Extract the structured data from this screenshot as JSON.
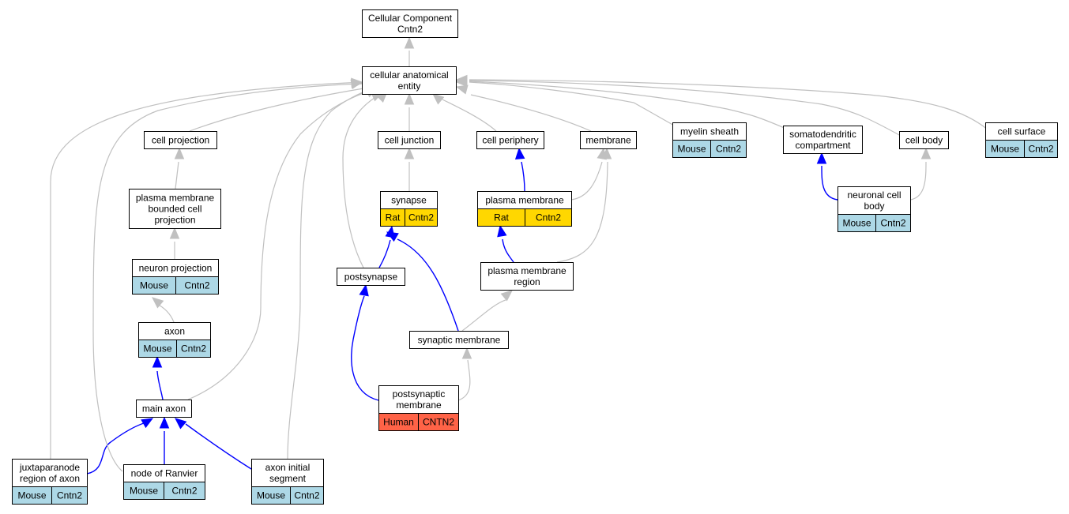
{
  "colors": {
    "mouse": "#add8e6",
    "rat": "#ffd700",
    "human": "#ff6347",
    "is_a_edge": "#c0c0c0",
    "part_of_edge": "#0000ff",
    "border": "#000000"
  },
  "nodes": {
    "root": {
      "lines": [
        "Cellular Component",
        "Cntn2"
      ]
    },
    "cae": {
      "lines": [
        "cellular anatomical",
        "entity"
      ]
    },
    "cell_projection": {
      "lines": [
        "cell projection"
      ]
    },
    "cell_junction": {
      "lines": [
        "cell junction"
      ]
    },
    "cell_periphery": {
      "lines": [
        "cell periphery"
      ]
    },
    "membrane": {
      "lines": [
        "membrane"
      ]
    },
    "myelin_sheath": {
      "lines": [
        "myelin sheath"
      ],
      "species": "Mouse",
      "gene": "Cntn2"
    },
    "somatodendritic": {
      "lines": [
        "somatodendritic",
        "compartment"
      ]
    },
    "cell_body": {
      "lines": [
        "cell body"
      ]
    },
    "cell_surface": {
      "lines": [
        "cell surface"
      ],
      "species": "Mouse",
      "gene": "Cntn2"
    },
    "pm_bounded": {
      "lines": [
        "plasma membrane",
        "bounded cell",
        "projection"
      ]
    },
    "synapse": {
      "lines": [
        "synapse"
      ],
      "species": "Rat",
      "gene": "Cntn2"
    },
    "plasma_membrane": {
      "lines": [
        "plasma membrane"
      ],
      "species": "Rat",
      "gene": "Cntn2"
    },
    "neuronal_cell_body": {
      "lines": [
        "neuronal cell",
        "body"
      ],
      "species": "Mouse",
      "gene": "Cntn2"
    },
    "neuron_projection": {
      "lines": [
        "neuron projection"
      ],
      "species": "Mouse",
      "gene": "Cntn2"
    },
    "postsynapse": {
      "lines": [
        "postsynapse"
      ]
    },
    "pm_region": {
      "lines": [
        "plasma membrane",
        "region"
      ]
    },
    "axon": {
      "lines": [
        "axon"
      ],
      "species": "Mouse",
      "gene": "Cntn2"
    },
    "synaptic_membrane": {
      "lines": [
        "synaptic membrane"
      ]
    },
    "main_axon": {
      "lines": [
        "main axon"
      ]
    },
    "postsynaptic_membrane": {
      "lines": [
        "postsynaptic",
        "membrane"
      ],
      "species": "Human",
      "gene": "CNTN2"
    },
    "juxtaparanode": {
      "lines": [
        "juxtaparanode",
        "region of axon"
      ],
      "species": "Mouse",
      "gene": "Cntn2"
    },
    "node_of_ranvier": {
      "lines": [
        "node of Ranvier"
      ],
      "species": "Mouse",
      "gene": "Cntn2"
    },
    "axon_initial_segment": {
      "lines": [
        "axon initial",
        "segment"
      ],
      "species": "Mouse",
      "gene": "Cntn2"
    }
  },
  "edges": [
    {
      "from": "cae",
      "to": "root",
      "type": "is_a"
    },
    {
      "from": "cell_projection",
      "to": "cae",
      "type": "is_a"
    },
    {
      "from": "cell_junction",
      "to": "cae",
      "type": "is_a"
    },
    {
      "from": "cell_periphery",
      "to": "cae",
      "type": "is_a"
    },
    {
      "from": "membrane",
      "to": "cae",
      "type": "is_a"
    },
    {
      "from": "myelin_sheath",
      "to": "cae",
      "type": "is_a"
    },
    {
      "from": "somatodendritic",
      "to": "cae",
      "type": "is_a"
    },
    {
      "from": "cell_body",
      "to": "cae",
      "type": "is_a"
    },
    {
      "from": "cell_surface",
      "to": "cae",
      "type": "is_a"
    },
    {
      "from": "pm_bounded",
      "to": "cell_projection",
      "type": "is_a"
    },
    {
      "from": "neuron_projection",
      "to": "pm_bounded",
      "type": "is_a"
    },
    {
      "from": "axon",
      "to": "neuron_projection",
      "type": "is_a"
    },
    {
      "from": "main_axon",
      "to": "axon",
      "type": "part_of"
    },
    {
      "from": "main_axon",
      "to": "cae",
      "type": "is_a"
    },
    {
      "from": "juxtaparanode",
      "to": "main_axon",
      "type": "part_of"
    },
    {
      "from": "node_of_ranvier",
      "to": "main_axon",
      "type": "part_of"
    },
    {
      "from": "axon_initial_segment",
      "to": "main_axon",
      "type": "part_of"
    },
    {
      "from": "juxtaparanode",
      "to": "cae",
      "type": "is_a"
    },
    {
      "from": "node_of_ranvier",
      "to": "cae",
      "type": "is_a"
    },
    {
      "from": "axon_initial_segment",
      "to": "cae",
      "type": "is_a"
    },
    {
      "from": "synapse",
      "to": "cell_junction",
      "type": "is_a"
    },
    {
      "from": "postsynapse",
      "to": "synapse",
      "type": "part_of"
    },
    {
      "from": "postsynapse",
      "to": "cae",
      "type": "is_a"
    },
    {
      "from": "postsynaptic_membrane",
      "to": "postsynapse",
      "type": "part_of"
    },
    {
      "from": "synaptic_membrane",
      "to": "synapse",
      "type": "part_of"
    },
    {
      "from": "synaptic_membrane",
      "to": "pm_region",
      "type": "is_a"
    },
    {
      "from": "postsynaptic_membrane",
      "to": "synaptic_membrane",
      "type": "is_a"
    },
    {
      "from": "plasma_membrane",
      "to": "cell_periphery",
      "type": "part_of"
    },
    {
      "from": "plasma_membrane",
      "to": "membrane",
      "type": "is_a"
    },
    {
      "from": "pm_region",
      "to": "plasma_membrane",
      "type": "part_of"
    },
    {
      "from": "pm_region",
      "to": "membrane",
      "type": "is_a"
    },
    {
      "from": "neuronal_cell_body",
      "to": "somatodendritic",
      "type": "part_of"
    },
    {
      "from": "neuronal_cell_body",
      "to": "cell_body",
      "type": "is_a"
    }
  ]
}
